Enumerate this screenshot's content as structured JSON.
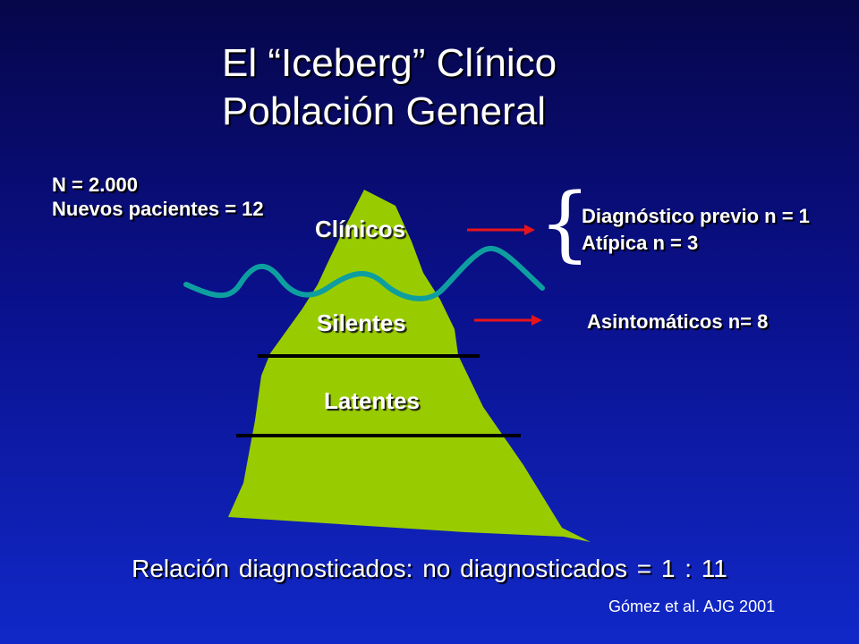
{
  "title": {
    "line1": "El “Iceberg” Clínico",
    "line2": "Población General"
  },
  "stats": {
    "population": "N = 2.000",
    "new_patients": "Nuevos pacientes = 12"
  },
  "layers": {
    "clinical": "Clínicos",
    "silent": "Silentes",
    "latent": "Latentes"
  },
  "notes": {
    "previous_diagnosis": "Diagnóstico previo n = 1",
    "atypical": "Atípica n = 3",
    "asymptomatic": "Asintomáticos n= 8"
  },
  "footer": "Relación diagnosticados: no diagnosticados = 1 : 11",
  "citation": "Gómez et al. AJG 2001",
  "colors": {
    "iceberg": "#99cc00",
    "water_line": "#0e9ea0",
    "arrow": "#e8141a",
    "separator": "#000000"
  }
}
